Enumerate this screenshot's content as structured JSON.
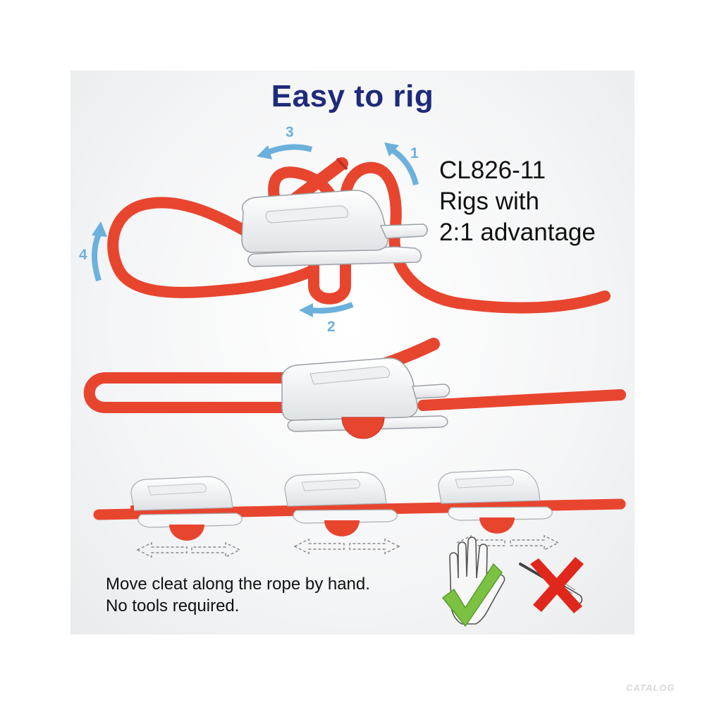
{
  "title": "Easy to rig",
  "product": {
    "model": "CL826-11",
    "line1": "Rigs with",
    "line2": "2:1 advantage"
  },
  "steps": [
    {
      "number": "1",
      "icon": "arrow-up-icon"
    },
    {
      "number": "2",
      "icon": "arrow-left-icon"
    },
    {
      "number": "3",
      "icon": "arrow-left-icon"
    },
    {
      "number": "4",
      "icon": "arrow-up-icon"
    }
  ],
  "caption": {
    "line1": "Move cleat along the rope by hand.",
    "line2": "No tools required."
  },
  "watermark": "CATALOG",
  "icons": {
    "hand": "hand-icon",
    "check": "check-icon",
    "screwdriver": "screwdriver-icon",
    "cross": "cross-icon",
    "double_arrow": "double-arrow-icon"
  },
  "colors": {
    "title": "#1e2a7a",
    "rope": "#e8452f",
    "rope_dark": "#c23322",
    "step_arrow": "#6cb0dc",
    "check": "#7cc242",
    "cross": "#e0271b",
    "cleat": "#f2f3f4"
  }
}
